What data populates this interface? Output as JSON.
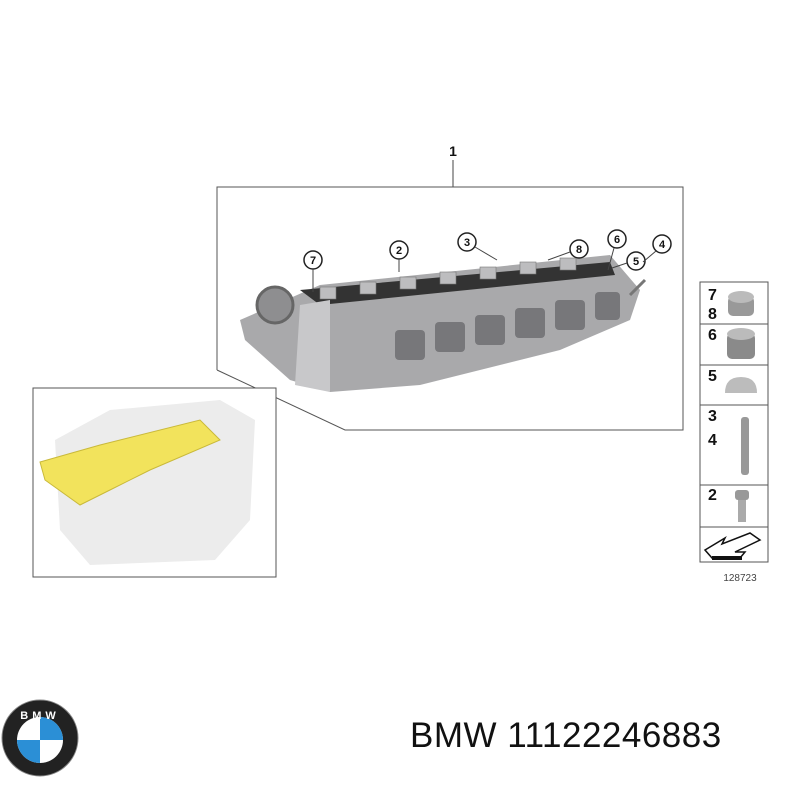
{
  "diagram": {
    "main_label": "1",
    "callouts": [
      "7",
      "2",
      "3",
      "8",
      "6",
      "5",
      "4"
    ],
    "parts_column": [
      {
        "numbers": [
          "7",
          "8"
        ],
        "part": "plug-screw-small"
      },
      {
        "numbers": [
          "6"
        ],
        "part": "plug-screw-threaded"
      },
      {
        "numbers": [
          "5"
        ],
        "part": "cap"
      },
      {
        "numbers": [
          "3",
          "4"
        ],
        "part": "stud-bolt"
      },
      {
        "numbers": [
          "2"
        ],
        "part": "bolt"
      }
    ],
    "drawing_number": "128723",
    "highlight_color": "#f2e35c"
  },
  "caption": {
    "brand": "BMW",
    "part_number": "11122246883"
  },
  "logo": {
    "colors": {
      "blue": "#2b8fd6",
      "white": "#ffffff",
      "black": "#111111"
    }
  }
}
